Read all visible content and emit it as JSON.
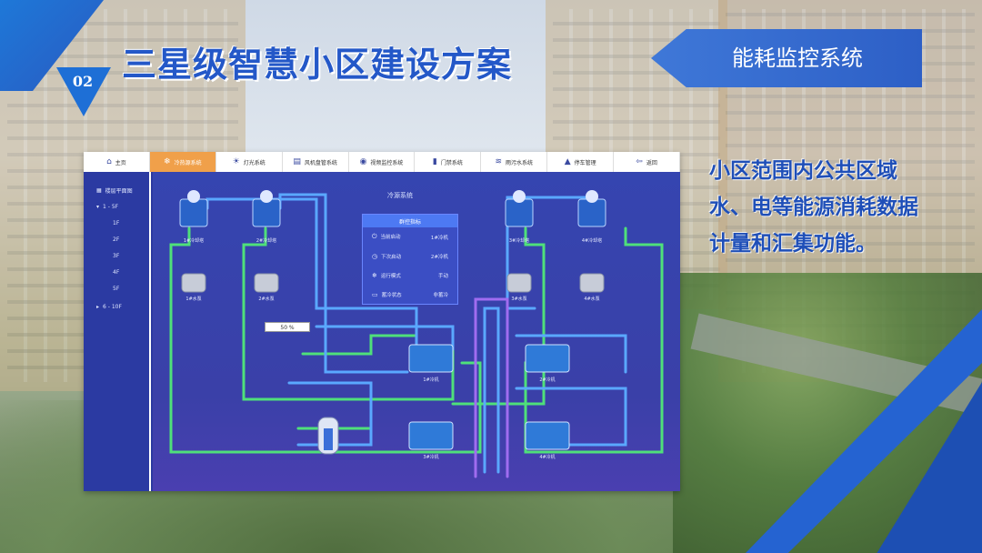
{
  "slide": {
    "number": "02",
    "title": "三星级智慧小区建设方案",
    "banner": "能耗监控系统",
    "description": "小区范围内公共区域水、电等能源消耗数据计量和汇集功能。"
  },
  "app": {
    "tabs": [
      {
        "label": "主页",
        "icon": "home-icon",
        "active": false
      },
      {
        "label": "冷热源系统",
        "icon": "snowflake-icon",
        "active": true
      },
      {
        "label": "灯光系统",
        "icon": "bulb-icon",
        "active": false
      },
      {
        "label": "风机盘管系统",
        "icon": "fan-icon",
        "active": false
      },
      {
        "label": "视频监控系统",
        "icon": "camera-icon",
        "active": false
      },
      {
        "label": "门禁系统",
        "icon": "door-icon",
        "active": false
      },
      {
        "label": "雨污水系统",
        "icon": "water-icon",
        "active": false
      },
      {
        "label": "停车管理",
        "icon": "parking-icon",
        "active": false
      },
      {
        "label": "返回",
        "icon": "back-icon",
        "active": false
      }
    ],
    "sidebar": {
      "header": "楼层平面图",
      "group1": "1 - 5F",
      "floors": [
        "1F",
        "2F",
        "3F",
        "4F",
        "5F"
      ],
      "group2": "6 - 10F"
    },
    "diagram": {
      "title": "冷源系统",
      "percent": "50 %",
      "towers": [
        "1#冷却塔",
        "2#冷却塔",
        "3#冷却塔",
        "4#冷却塔"
      ],
      "pumps": [
        "1#水泵",
        "2#水泵",
        "3#水泵",
        "4#水泵"
      ],
      "chillers": [
        "1#冷机",
        "2#冷机",
        "3#冷机",
        "4#冷机"
      ],
      "info_panel": {
        "header": "群控指标",
        "rows": [
          {
            "label": "当前启动",
            "value": "1#冷机"
          },
          {
            "label": "下次启动",
            "value": "2#冷机"
          },
          {
            "label": "运行模式",
            "value": "手动"
          },
          {
            "label": "蓄冷状态",
            "value": "非蓄冷"
          }
        ]
      }
    }
  },
  "colors": {
    "accent_blue": "#2458c8",
    "active_tab": "#f0a04a",
    "pipe_green": "#4fe07a",
    "pipe_blue": "#5aa8ff",
    "pipe_purple": "#a06cf0"
  }
}
